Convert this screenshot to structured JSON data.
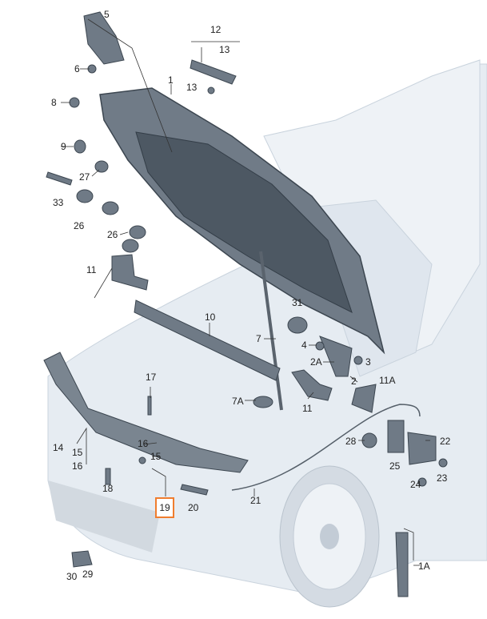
{
  "diagram": {
    "labels": {
      "l5": "5",
      "l6": "6",
      "l12": "12",
      "l13a": "13",
      "l13b": "13",
      "l1": "1",
      "l8": "8",
      "l9": "9",
      "l27": "27",
      "l33": "33",
      "l26a": "26",
      "l26b": "26",
      "l11a": "11",
      "l10": "10",
      "l31": "31",
      "l7": "7",
      "l4": "4",
      "l2A": "2A",
      "l3": "3",
      "l2": "2",
      "l11A": "11A",
      "l17": "17",
      "l7A": "7A",
      "l11b": "11",
      "l14": "14",
      "l15a": "15",
      "l16a": "16",
      "l16b": "16",
      "l15b": "15",
      "l18": "18",
      "l19": "19",
      "l20": "20",
      "l21": "21",
      "l28": "28",
      "l25": "25",
      "l22": "22",
      "l24": "24",
      "l23": "23",
      "l1A": "1A",
      "l30": "30",
      "l29": "29"
    },
    "highlight_color": "#f07d2e",
    "part_color": "#6f7a86",
    "ghost_color": "#dfe6ee"
  }
}
